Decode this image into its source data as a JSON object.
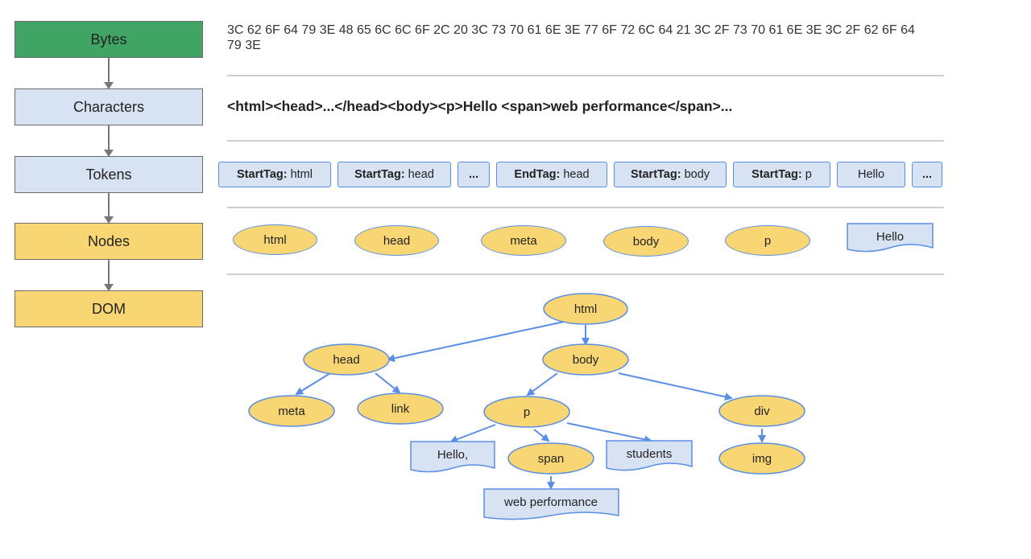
{
  "stages": [
    {
      "label": "Bytes",
      "color": "#3fa464"
    },
    {
      "label": "Characters",
      "color": "#d7e3f2"
    },
    {
      "label": "Tokens",
      "color": "#d7e3f2"
    },
    {
      "label": "Nodes",
      "color": "#f8d673"
    },
    {
      "label": "DOM",
      "color": "#f8d673"
    }
  ],
  "bytes_hex": "3C 62 6F 64 79 3E 48 65 6C 6C 6F 2C 20 3C 73 70 61 6E 3E 77 6F 72 6C 64 21 3C 2F 73 70 61 6E 3E 3C 2F 62 6F 64 79 3E",
  "characters": "<html><head>...</head><body><p>Hello <span>web performance</span>...",
  "tokens": [
    {
      "kind": "StartTag:",
      "value": "html"
    },
    {
      "kind": "StartTag:",
      "value": "head"
    },
    {
      "kind": "",
      "value": "..."
    },
    {
      "kind": "EndTag:",
      "value": "head"
    },
    {
      "kind": "StartTag:",
      "value": "body"
    },
    {
      "kind": "StartTag:",
      "value": "p"
    },
    {
      "kind": "",
      "value": "Hello"
    },
    {
      "kind": "",
      "value": "..."
    }
  ],
  "nodes": [
    "html",
    "head",
    "meta",
    "body",
    "p",
    "Hello"
  ],
  "dom": {
    "html": "html",
    "head": "head",
    "body": "body",
    "meta": "meta",
    "link": "link",
    "p": "p",
    "div": "div",
    "hello": "Hello,",
    "span": "span",
    "students": "students",
    "img": "img",
    "web_performance": "web performance"
  },
  "colors": {
    "element_fill": "#f8d673",
    "text_node_fill": "#d7e3f2",
    "edge": "#5a8ee6"
  }
}
